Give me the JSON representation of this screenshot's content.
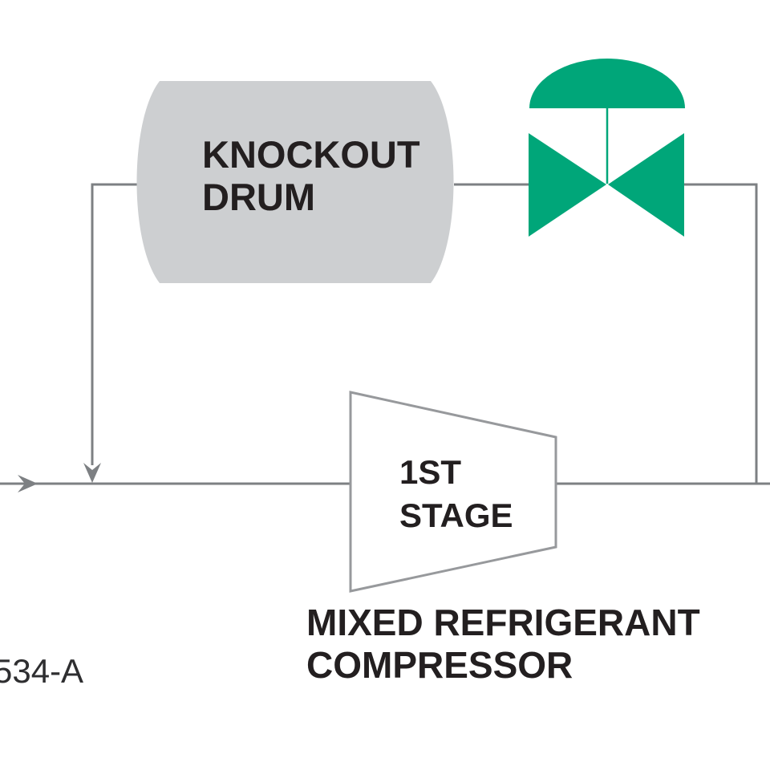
{
  "diagram": {
    "knockout_drum": {
      "label_line1": "KNOCKOUT",
      "label_line2": "DRUM"
    },
    "valve": {
      "name": "actuated control valve"
    },
    "compressor": {
      "stage_line1": "1ST",
      "stage_line2": "STAGE",
      "caption_line1": "MIXED REFRIGERANT",
      "caption_line2": "COMPRESSOR"
    },
    "reference_number": "534-A"
  },
  "colors": {
    "valve_green": "#00a679",
    "pipe_gray": "#7d8083",
    "outline_gray": "#97999c",
    "drum_fill": "#cdcfd1",
    "text_dark": "#231f20"
  }
}
